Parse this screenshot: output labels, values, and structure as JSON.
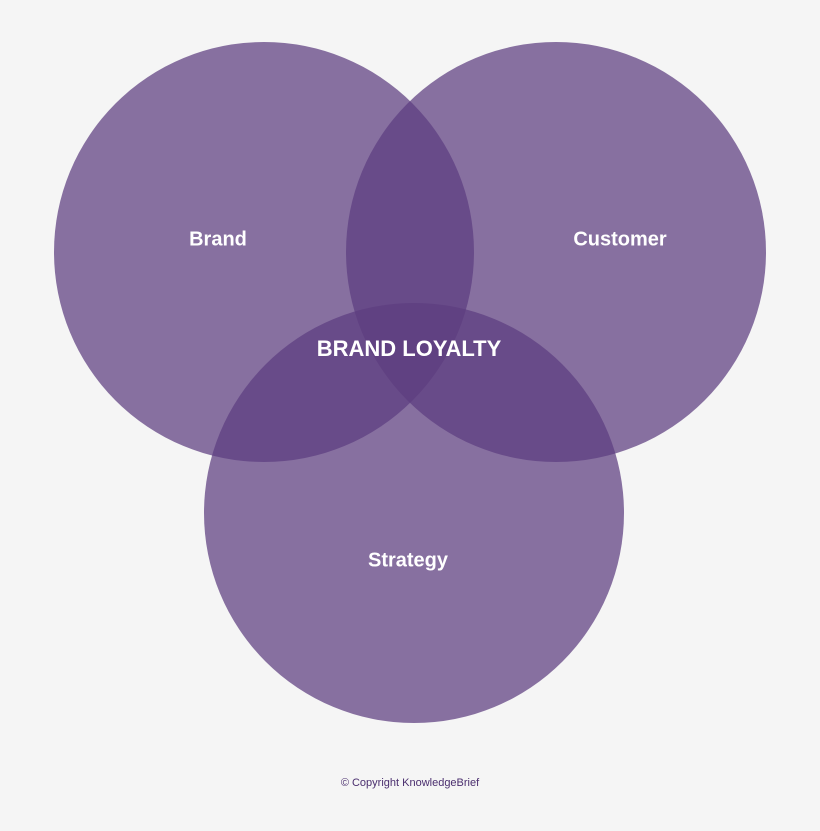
{
  "diagram": {
    "sets": [
      {
        "label": "Brand"
      },
      {
        "label": "Customer"
      },
      {
        "label": "Strategy"
      }
    ],
    "center_label": "BRAND LOYALTY",
    "circle_color": "#5d3d80",
    "background_color": "#f5f5f5",
    "label_color": "#ffffff"
  },
  "footer": {
    "copyright": "© Copyright KnowledgeBrief"
  }
}
